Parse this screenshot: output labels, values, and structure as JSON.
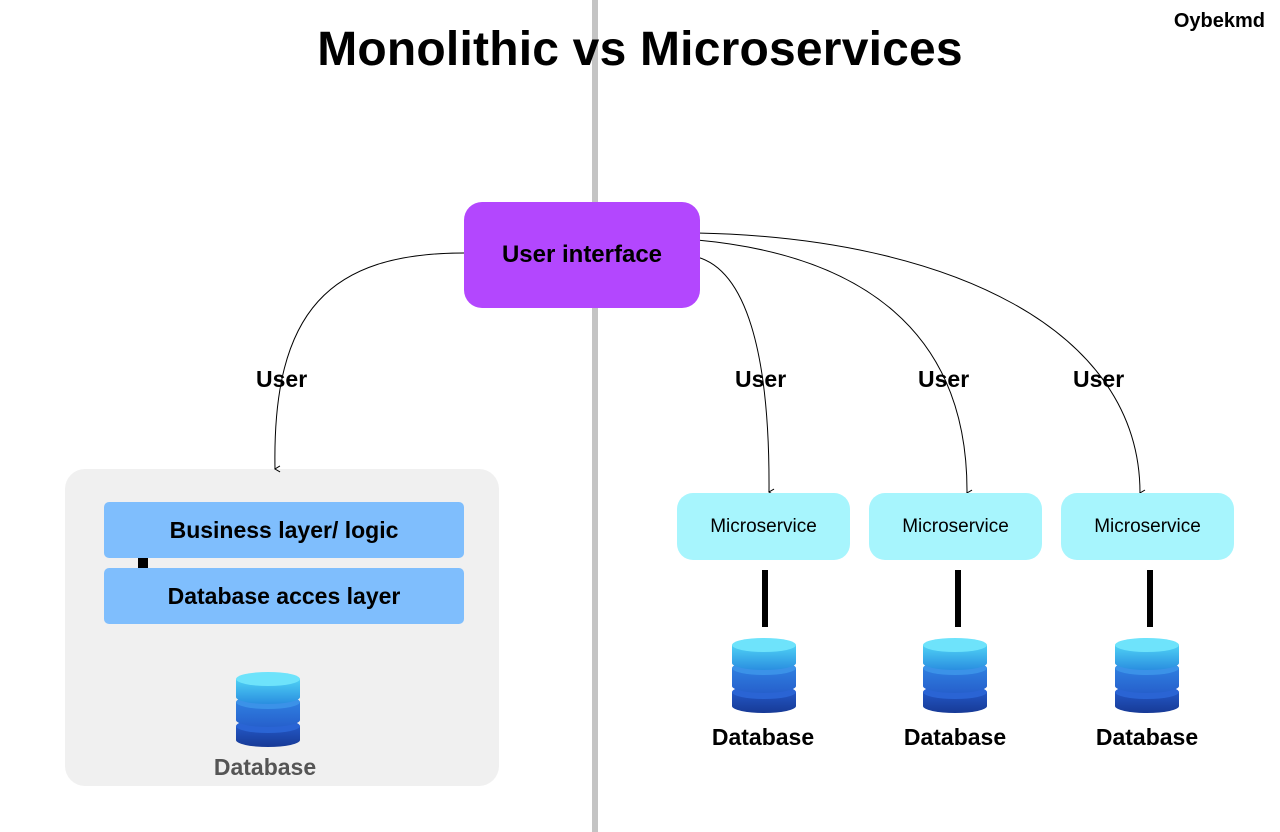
{
  "title": "Monolithic vs Microservices",
  "author": "Oybekmd",
  "user_interface": {
    "label": "User interface"
  },
  "monolith": {
    "edge_label": "User",
    "layers": [
      {
        "label": "Business layer/ logic"
      },
      {
        "label": "Database acces layer"
      }
    ],
    "database": {
      "label": "Database",
      "icon": "database-icon"
    }
  },
  "microservices": [
    {
      "edge_label": "User",
      "label": "Microservice",
      "database": "Database"
    },
    {
      "edge_label": "User",
      "label": "Microservice",
      "database": "Database"
    },
    {
      "edge_label": "User",
      "label": "Microservice",
      "database": "Database"
    }
  ],
  "colors": {
    "user_interface": "#b347fe",
    "monolith_layer": "#7fbefd",
    "monolith_container": "#f0f0f0",
    "microservice": "#a7f5fd",
    "database_top": "#4fd1f5",
    "database_bottom": "#1e49b8",
    "divider": "#c4c4c4"
  }
}
